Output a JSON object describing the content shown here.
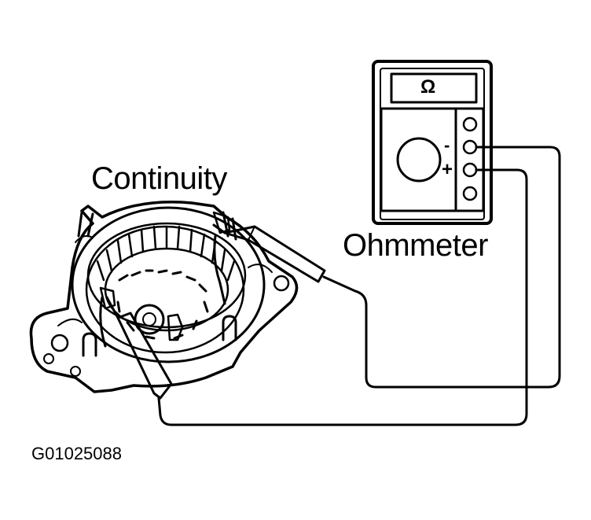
{
  "labels": {
    "continuity": "Continuity",
    "ohmmeter": "Ohmmeter",
    "figure_id": "G01025088"
  },
  "meter": {
    "display_symbol": "Ω",
    "minus_terminal": "-",
    "plus_terminal": "+"
  },
  "colors": {
    "line": "#000000",
    "background": "#ffffff"
  }
}
